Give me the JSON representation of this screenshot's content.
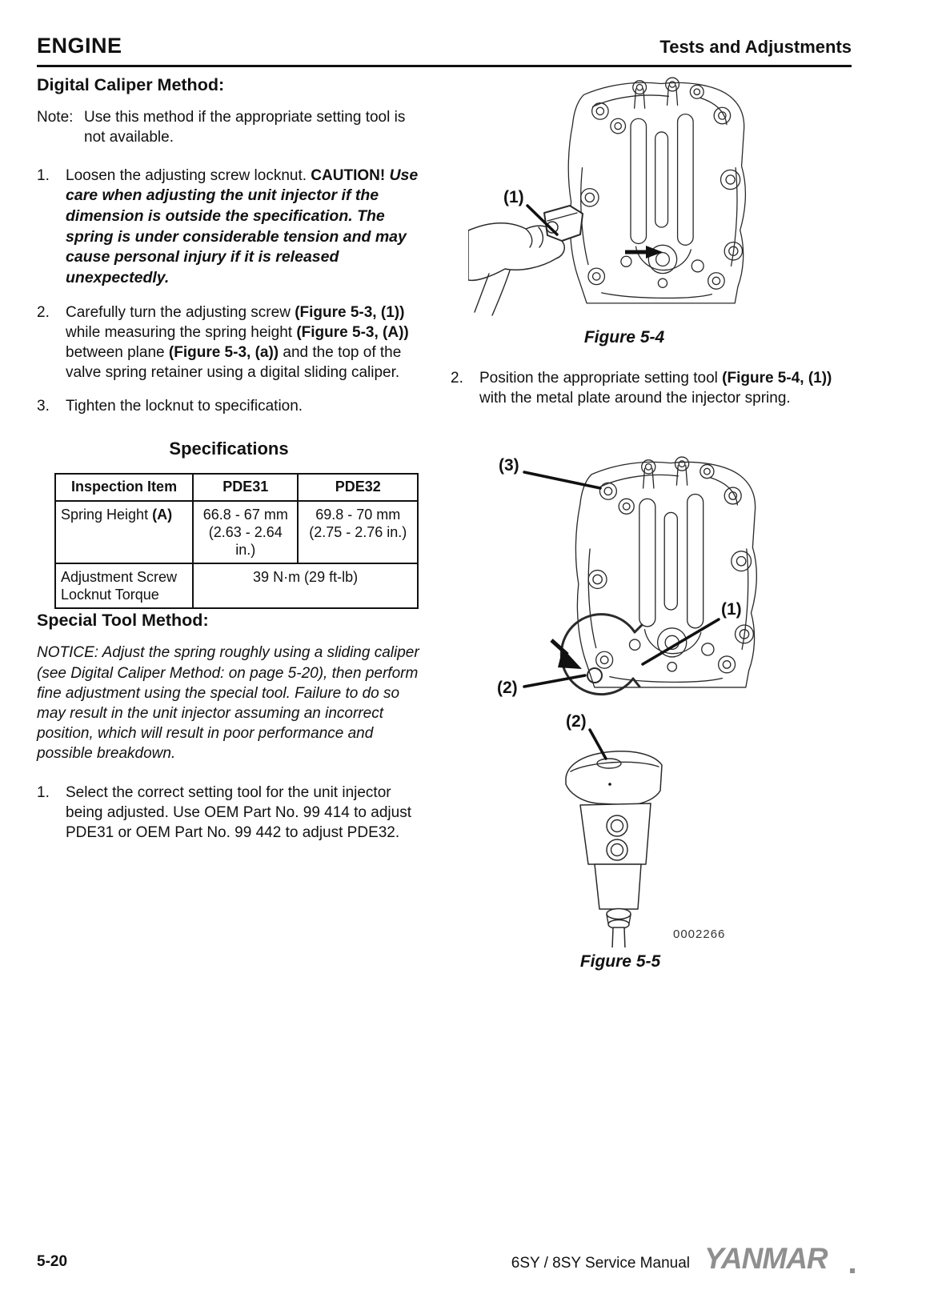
{
  "header": {
    "section": "ENGINE",
    "subsection": "Tests and Adjustments"
  },
  "digital_method": {
    "heading": "Digital Caliper Method:",
    "note_label": "Note:",
    "note_text": "Use this method if the appropriate setting tool is not available.",
    "step1": {
      "num": "1.",
      "lead": "Loosen the adjusting screw locknut. ",
      "caution_label": "CAUTION! ",
      "caution_text": "Use care when adjusting the unit injector if the dimension is outside the specification. The spring is under considerable tension and may cause personal injury if it is released unexpectedly."
    },
    "step2": {
      "num": "2.",
      "p1": "Carefully turn the adjusting screw ",
      "b1": "(Figure 5-3, (1))",
      "p2": " while measuring the spring height ",
      "b2": "(Figure 5-3, (A))",
      "p3": " between plane ",
      "b3": "(Figure 5-3, (a))",
      "p4": " and the top of the valve spring retainer using a digital sliding caliper."
    },
    "step3": {
      "num": "3.",
      "text": "Tighten the locknut to specification."
    }
  },
  "spec_table": {
    "title": "Specifications",
    "col1": "Inspection Item",
    "col2": "PDE31",
    "col3": "PDE32",
    "row1_label": "Spring Height ",
    "row1_label_bold": "(A)",
    "row1_pde31_l1": "66.8 - 67 mm",
    "row1_pde31_l2": "(2.63 - 2.64 in.)",
    "row1_pde32_l1": "69.8 - 70 mm",
    "row1_pde32_l2": "(2.75 - 2.76 in.)",
    "row2_label_l1": "Adjustment Screw",
    "row2_label_l2": "Locknut Torque",
    "row2_value": "39 N·m (29 ft-lb)"
  },
  "special_method": {
    "heading": "Special Tool Method:",
    "notice": "NOTICE: Adjust the spring roughly using a sliding caliper (see Digital Caliper Method: on page 5-20), then perform fine adjustment using the special tool. Failure to do so may result in the unit injector assuming an incorrect position, which will result in poor performance and possible breakdown.",
    "step1": {
      "num": "1.",
      "text": "Select the correct setting tool for the unit injector being adjusted. Use OEM Part No. 99 414 to adjust PDE31 or OEM Part No. 99 442 to adjust PDE32."
    },
    "step2": {
      "num": "2.",
      "p1": "Position the appropriate setting tool ",
      "b1": "(Figure 5-4, (1))",
      "p2": " with the metal plate around the injector spring."
    }
  },
  "figure54": {
    "caption": "Figure 5-4",
    "callout_1": "(1)"
  },
  "figure55": {
    "caption": "Figure 5-5",
    "callout_1": "(1)",
    "callout_2": "(2)",
    "callout_3": "(3)",
    "callout_tool": "(2)",
    "image_code": "0002266"
  },
  "footer": {
    "page": "5-20",
    "manual": "6SY / 8SY Service Manual",
    "brand": "YANMAR"
  }
}
